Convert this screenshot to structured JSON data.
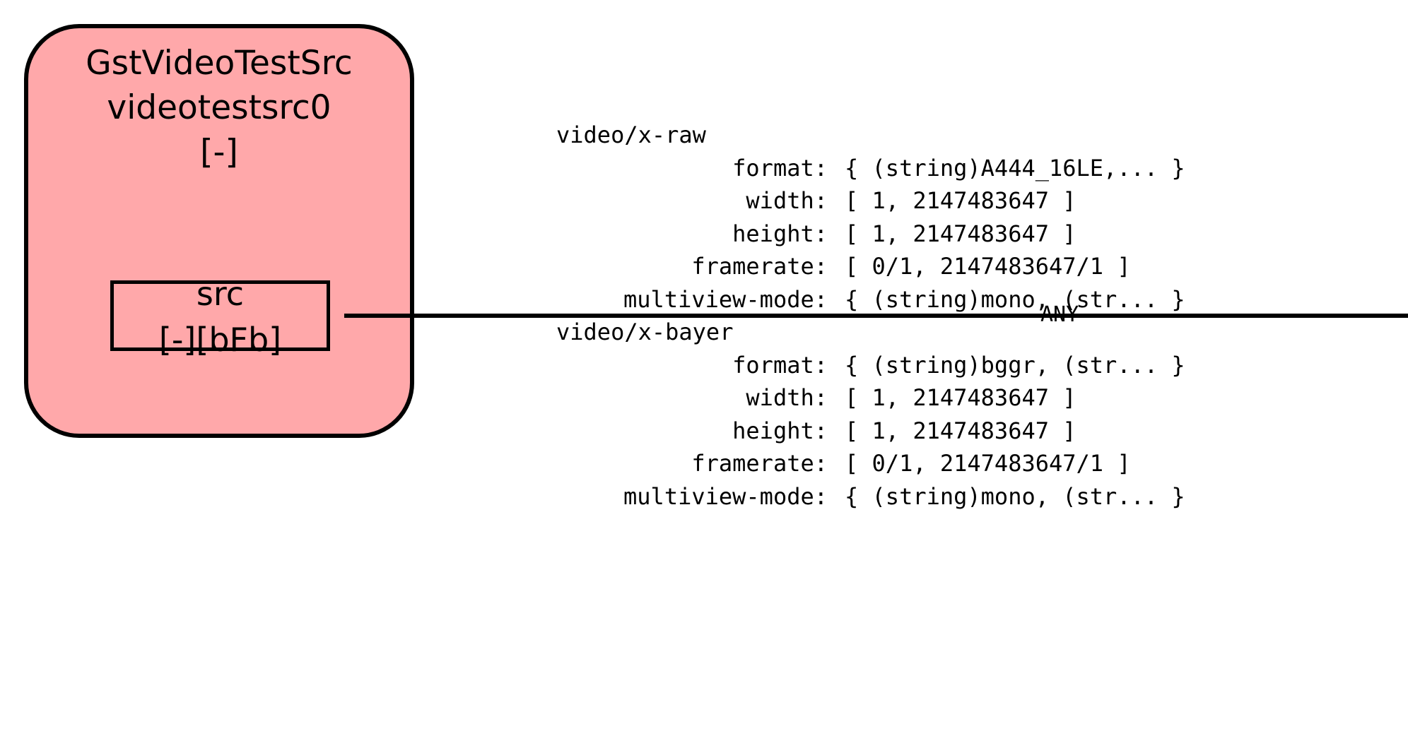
{
  "element": {
    "type_name": "GstVideoTestSrc",
    "instance_name": "videotestsrc0",
    "state": "[-]",
    "fill_color": "#ffa8aa"
  },
  "pad": {
    "name": "src",
    "flags": "[-][bFb]"
  },
  "link_label": "ANY",
  "caps": [
    {
      "mime": "video/x-raw",
      "fields": [
        {
          "key": "format:",
          "value": "{ (string)A444_16LE,... }"
        },
        {
          "key": "width:",
          "value": "[ 1, 2147483647 ]"
        },
        {
          "key": "height:",
          "value": "[ 1, 2147483647 ]"
        },
        {
          "key": "framerate:",
          "value": "[ 0/1, 2147483647/1 ]"
        },
        {
          "key": "multiview-mode:",
          "value": "{ (string)mono, (str... }"
        }
      ]
    },
    {
      "mime": "video/x-bayer",
      "fields": [
        {
          "key": "format:",
          "value": "{ (string)bggr, (str... }"
        },
        {
          "key": "width:",
          "value": "[ 1, 2147483647 ]"
        },
        {
          "key": "height:",
          "value": "[ 1, 2147483647 ]"
        },
        {
          "key": "framerate:",
          "value": "[ 0/1, 2147483647/1 ]"
        },
        {
          "key": "multiview-mode:",
          "value": "{ (string)mono, (str... }"
        }
      ]
    }
  ]
}
